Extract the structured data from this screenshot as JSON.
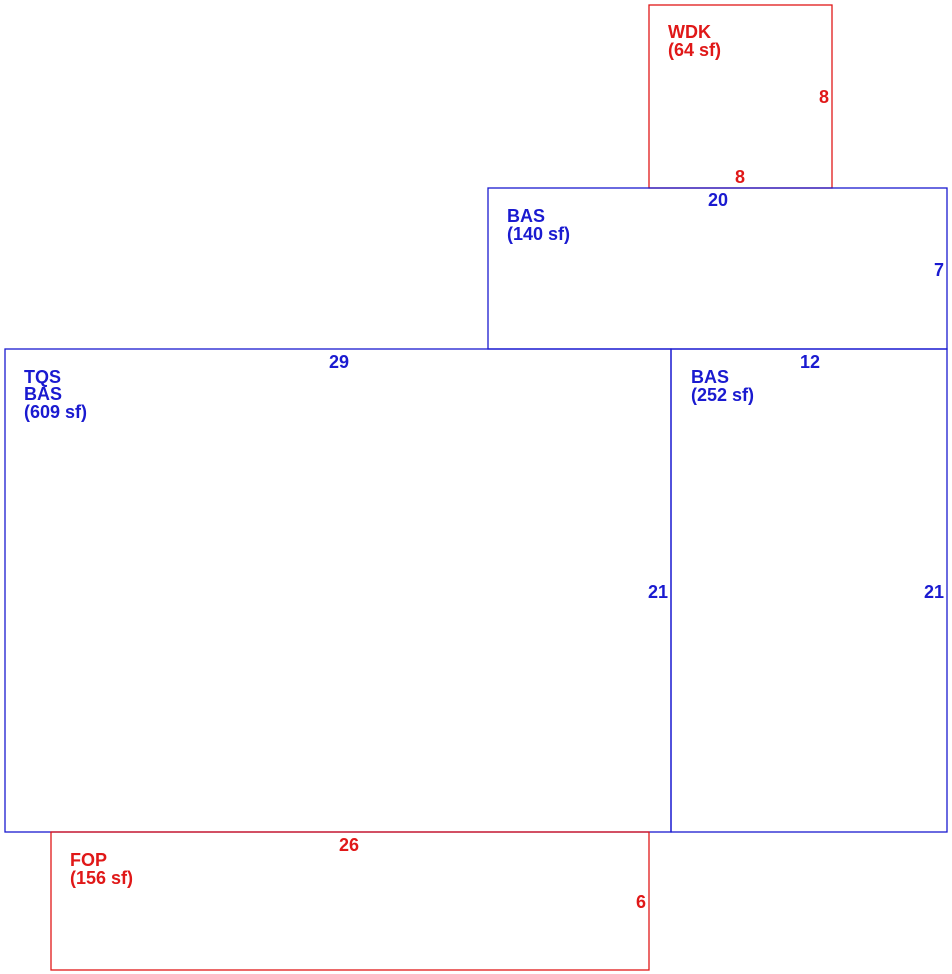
{
  "colors": {
    "living": "#1a1ad0",
    "exterior": "#e01818"
  },
  "areas": [
    {
      "id": "wdk",
      "kind": "exterior",
      "code_lines": [
        "WDK"
      ],
      "area": "(64 sf)",
      "width_dim": "8",
      "depth_dim": "8"
    },
    {
      "id": "bas-140",
      "kind": "living",
      "code_lines": [
        "BAS"
      ],
      "area": "(140 sf)",
      "width_dim": "20",
      "depth_dim": "7"
    },
    {
      "id": "tqs-bas-609",
      "kind": "living",
      "code_lines": [
        "TQS",
        "BAS"
      ],
      "area": "(609 sf)",
      "width_dim": "29",
      "depth_dim": "21"
    },
    {
      "id": "bas-252",
      "kind": "living",
      "code_lines": [
        "BAS"
      ],
      "area": "(252 sf)",
      "width_dim": "12",
      "depth_dim": "21"
    },
    {
      "id": "fop",
      "kind": "exterior",
      "code_lines": [
        "FOP"
      ],
      "area": "(156 sf)",
      "width_dim": "26",
      "depth_dim": "6"
    }
  ]
}
